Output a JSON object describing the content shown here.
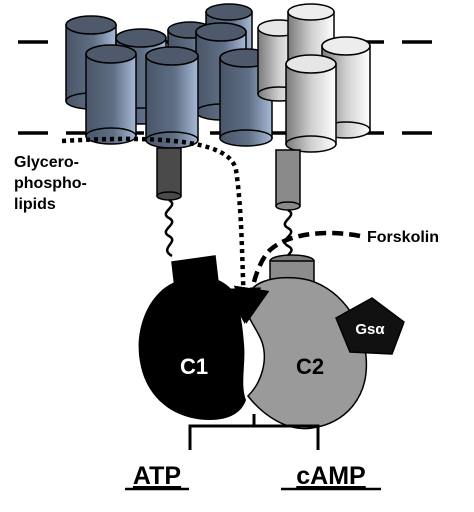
{
  "labels": {
    "lipids_1": "Glycero-",
    "lipids_2": "phospho-",
    "lipids_3": "lipids",
    "forskolin": "Forskolin",
    "gsa": "Gsα",
    "c1": "C1",
    "c2": "C2",
    "atp": "ATP",
    "camp": "cAMP"
  },
  "colors": {
    "c1": "#000000",
    "c2": "#9a9a9a",
    "gsa": "#111111",
    "helix_dark": "#7f8fa3",
    "helix_light": "#e8e8e8"
  }
}
